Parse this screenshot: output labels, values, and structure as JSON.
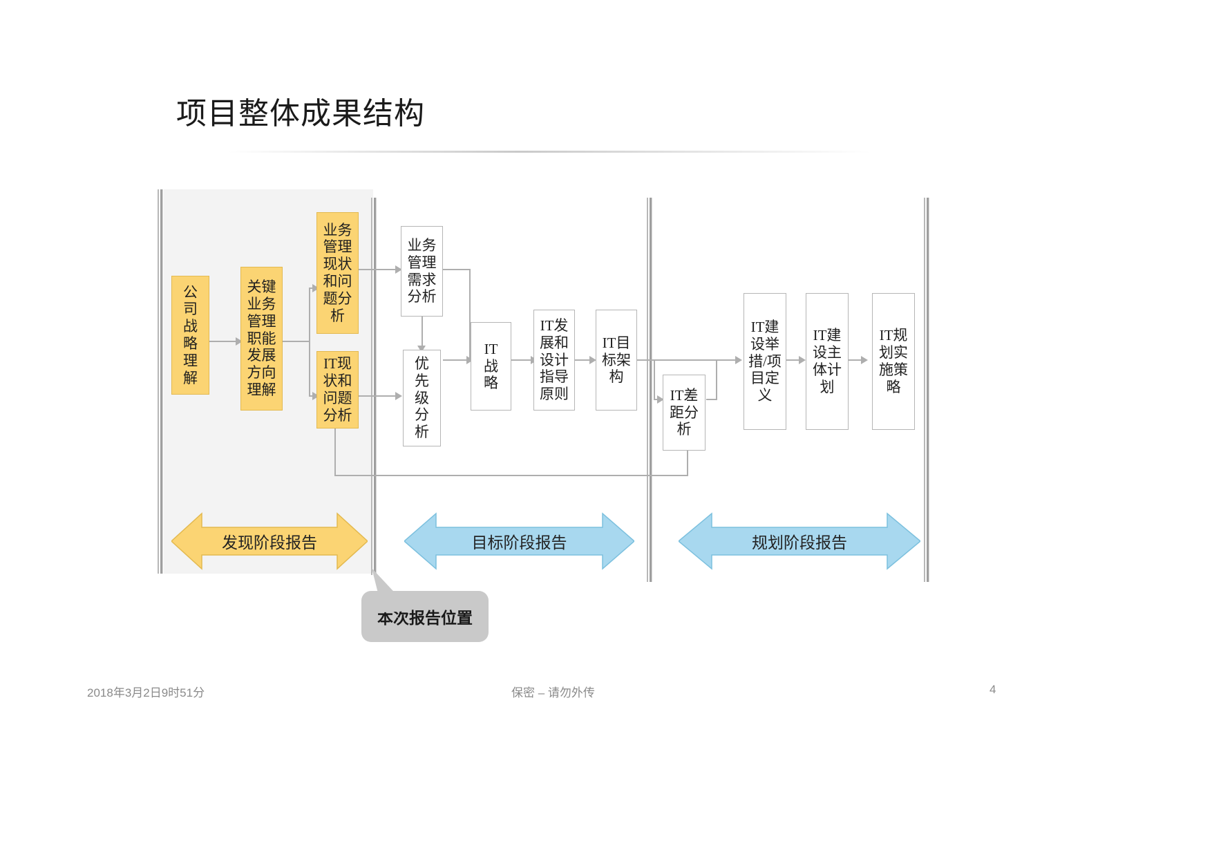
{
  "slide": {
    "title": "项目整体成果结构",
    "page_number": "4"
  },
  "footer": {
    "date": "2018年3月2日9时51分",
    "confidential": "保密 – 请勿外传",
    "page": "4"
  },
  "colors": {
    "yellow_fill": "#fbd473",
    "yellow_border": "#e3b94f",
    "blue_fill": "#a8d8ef",
    "blue_border": "#7cc0de",
    "white_fill": "#ffffff",
    "box_border": "#b5b5b5",
    "connector": "#aeaeae",
    "band_bg": "#f3f3f3",
    "callout_bg": "#c9c9c9"
  },
  "diagram": {
    "phases": [
      {
        "id": "discovery",
        "banner_label": "发现阶段报告",
        "banner_color": "#fbd473"
      },
      {
        "id": "target",
        "banner_label": "目标阶段报告",
        "banner_color": "#a8d8ef"
      },
      {
        "id": "planning",
        "banner_label": "规划阶段报告",
        "banner_color": "#a8d8ef"
      }
    ],
    "nodes": [
      {
        "id": "n1",
        "label": "公司战略理解",
        "style": "yellow"
      },
      {
        "id": "n2",
        "label": "关键业务管理职能发展方向理解",
        "style": "yellow"
      },
      {
        "id": "n3",
        "label": "业务管理现状和问题分析",
        "style": "yellow"
      },
      {
        "id": "n4",
        "label": "IT现状和问题分析",
        "style": "yellow"
      },
      {
        "id": "n5",
        "label": "业务管理需求分析",
        "style": "white"
      },
      {
        "id": "n6",
        "label": "优先级分析",
        "style": "white"
      },
      {
        "id": "n7",
        "label": "IT战略",
        "style": "white"
      },
      {
        "id": "n8",
        "label": "IT发展和设计指导原则",
        "style": "white"
      },
      {
        "id": "n9",
        "label": "IT目标架构",
        "style": "white"
      },
      {
        "id": "n10",
        "label": "IT差距分析",
        "style": "white"
      },
      {
        "id": "n11",
        "label": "IT建设举措/项目定义",
        "style": "white"
      },
      {
        "id": "n12",
        "label": "IT建设主体计划",
        "style": "white"
      },
      {
        "id": "n13",
        "label": "IT规划实施策略",
        "style": "white"
      }
    ],
    "callout": {
      "label": "本次报告位置"
    }
  }
}
